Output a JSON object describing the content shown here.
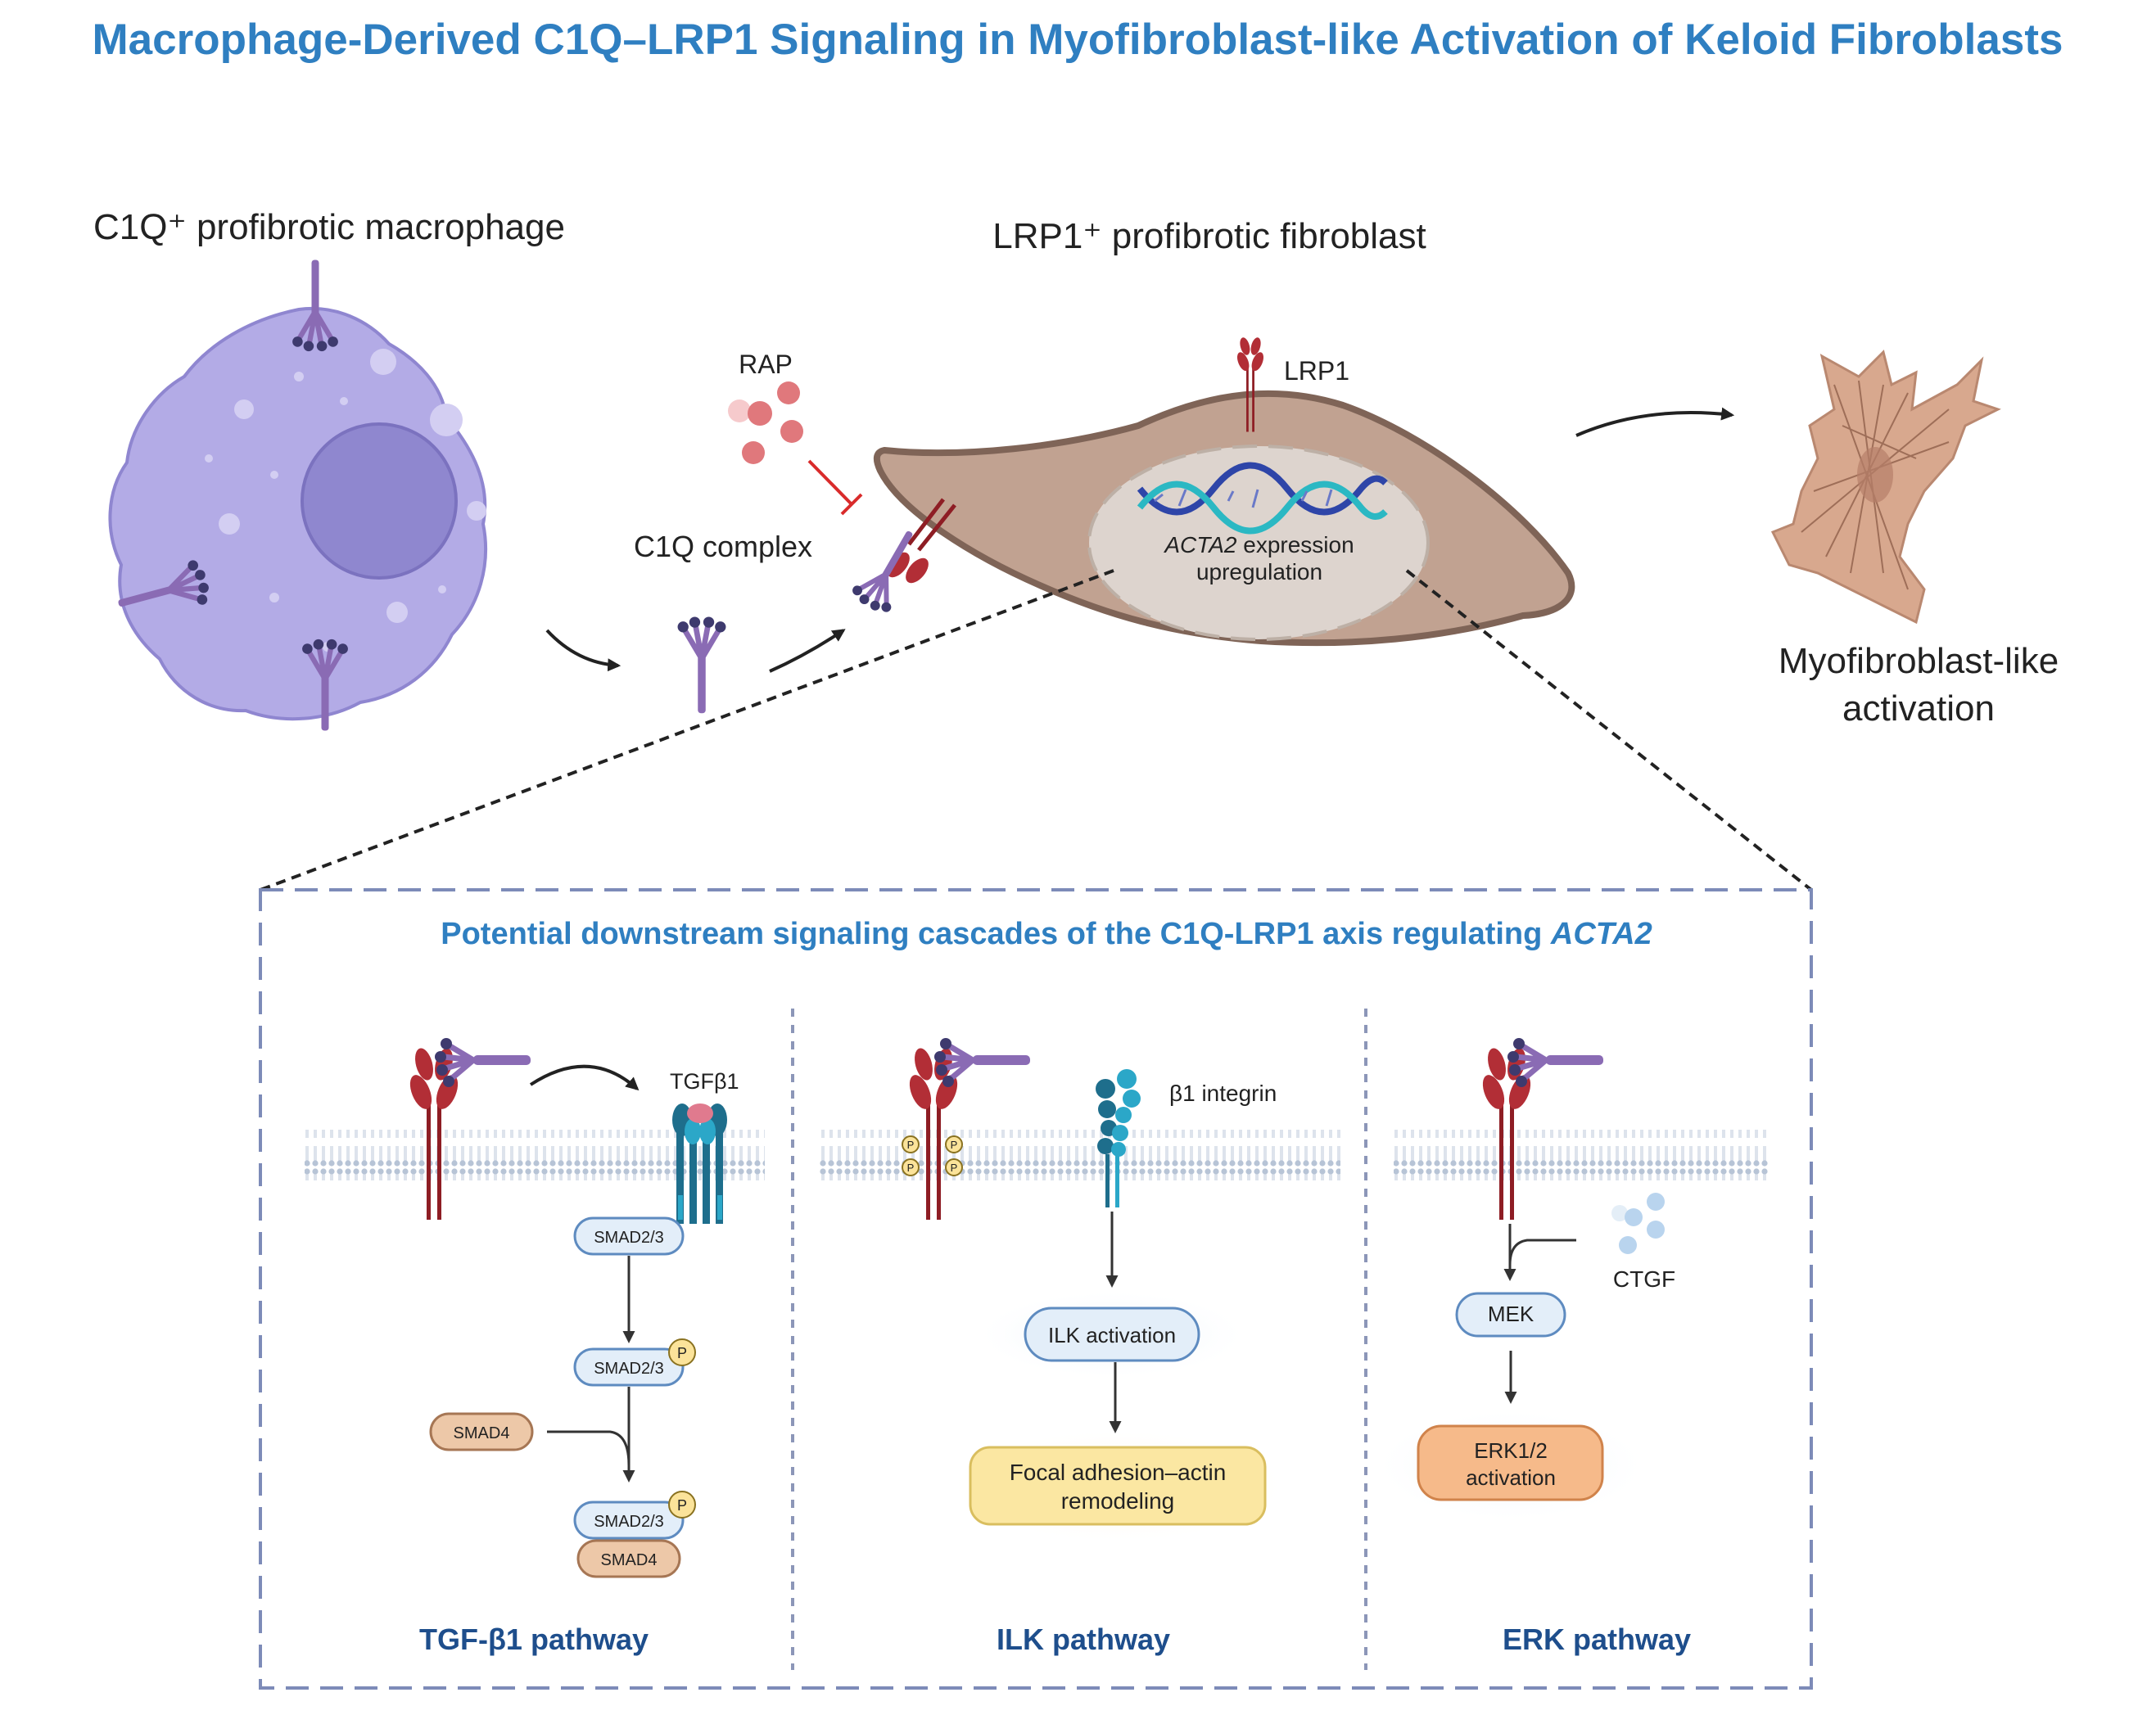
{
  "title": "Macrophage-Derived C1Q–LRP1 Signaling in Myofibroblast-like Activation of Keloid Fibroblasts",
  "top": {
    "macrophage_label": "C1Q⁺ profibrotic macrophage",
    "fibroblast_label": "LRP1⁺  profibrotic fibroblast",
    "lrp1_label": "LRP1",
    "rap_label": "RAP",
    "c1q_complex_label": "C1Q complex",
    "acta2_gene": "ACTA2",
    "acta2_suffix": " expression",
    "acta2_line2": "upregulation",
    "myo_line1": "Myofibroblast-like",
    "myo_line2": "activation"
  },
  "box": {
    "heading_main": "Potential downstream signaling cascades of the C1Q-LRP1 axis regulating ",
    "heading_gene": "ACTA2"
  },
  "tgf": {
    "ligand_label": "TGFβ1",
    "smad23_a": "SMAD2/3",
    "smad23_b": "SMAD2/3",
    "smad4_free": "SMAD4",
    "smad23_c": "SMAD2/3",
    "smad4_bound": "SMAD4",
    "phospho": "P",
    "title": "TGF-β1 pathway"
  },
  "ilk": {
    "integrin_label": "β1 integrin",
    "ilk_activation": "ILK  activation",
    "focal_line1": "Focal adhesion–actin",
    "focal_line2": "remodeling",
    "phospho": "P",
    "title": "ILK pathway"
  },
  "erk": {
    "ctgf_label": "CTGF",
    "mek": "MEK",
    "erk_line1": "ERK1/2",
    "erk_line2": "activation",
    "title": "ERK pathway"
  },
  "colors": {
    "title_blue": "#2F7FC1",
    "pathway_title": "#1E4E8C",
    "macrophage": "#B3ABE6",
    "fibroblast": "#C1A291",
    "lrp1_red": "#B22E36",
    "c1q_purple": "#8A6BB4",
    "rap_pink": "#E0787C",
    "inhibit_red": "#D92B2B",
    "box_dash": "#7D8BB8",
    "node_fill": "#E3EEF9",
    "node_stroke": "#5E8BC0",
    "focal_fill": "#FBE7A2",
    "erk_fill": "#F6BA8A",
    "smad4_fill": "#EDC8A8"
  },
  "icons": [
    "macrophage-cell",
    "fibroblast-cell",
    "myofibroblast-cell",
    "lrp1-receptor",
    "c1q-complex",
    "dna-helix",
    "rap-molecules",
    "ctgf-molecules",
    "tgfb-receptor",
    "beta1-integrin",
    "phospho-badge",
    "cell-membrane"
  ]
}
